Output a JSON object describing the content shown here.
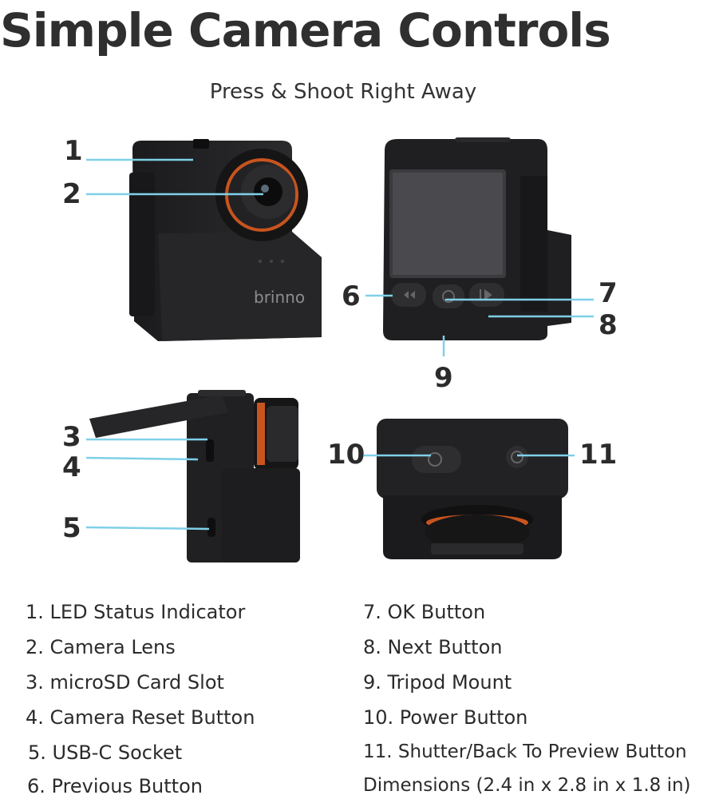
{
  "header": {
    "title": "Simple Camera Controls",
    "subtitle": "Press & Shoot Right Away"
  },
  "camera": {
    "brand_text": "brinno",
    "lens_ring_color": "#c8541e",
    "callout_line_color": "#7fd0e8",
    "body_color": "#232325"
  },
  "callouts": {
    "c1": "1",
    "c2": "2",
    "c3": "3",
    "c4": "4",
    "c5": "5",
    "c6": "6",
    "c7": "7",
    "c8": "8",
    "c9": "9",
    "c10": "10",
    "c11": "11"
  },
  "legend": {
    "left": [
      "1. LED Status Indicator",
      "2. Camera Lens",
      "3. microSD Card Slot",
      "4. Camera Reset Button",
      "5. USB-C Socket",
      "6. Previous Button"
    ],
    "right": [
      "7. OK Button",
      "8. Next Button",
      "9. Tripod Mount",
      "10. Power Button",
      "11. Shutter/Back To Preview Button",
      "Dimensions (2.4 in x 2.8 in x 1.8 in)"
    ]
  }
}
